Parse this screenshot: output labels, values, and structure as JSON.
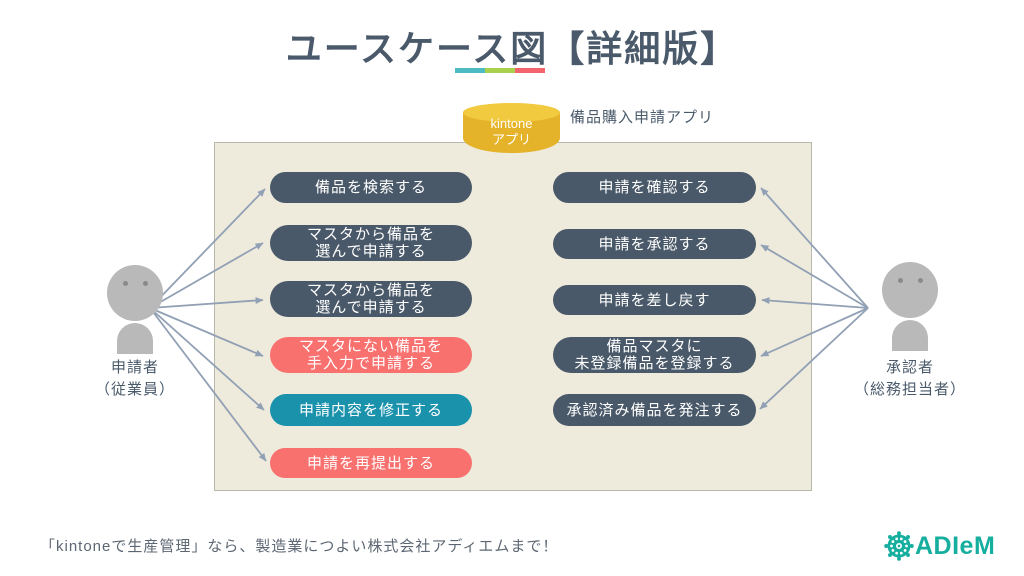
{
  "title": "ユースケース図【詳細版】",
  "datastore": {
    "line1": "kintone",
    "line2": "アプリ",
    "app_name": "備品購入申請アプリ"
  },
  "use_cases": {
    "left": [
      {
        "label": "備品を検索する",
        "variant": "dark"
      },
      {
        "label": "マスタから備品を\n選んで申請する",
        "variant": "dark"
      },
      {
        "label": "マスタから備品を\n選んで申請する",
        "variant": "dark"
      },
      {
        "label": "マスタにない備品を\n手入力で申請する",
        "variant": "red"
      },
      {
        "label": "申請内容を修正する",
        "variant": "teal"
      },
      {
        "label": "申請を再提出する",
        "variant": "red"
      }
    ],
    "right": [
      {
        "label": "申請を確認する",
        "variant": "dark"
      },
      {
        "label": "申請を承認する",
        "variant": "dark"
      },
      {
        "label": "申請を差し戻す",
        "variant": "dark"
      },
      {
        "label": "備品マスタに\n未登録備品を登録する",
        "variant": "dark"
      },
      {
        "label": "承認済み備品を発注する",
        "variant": "dark"
      }
    ]
  },
  "actors": {
    "left": {
      "label": "申請者\n（従業員）"
    },
    "right": {
      "label": "承認者\n（総務担当者）"
    }
  },
  "footer": {
    "tagline": "「kintoneで生産管理」なら、製造業につよい株式会社アディエムまで！",
    "logo_text": "ADIeM"
  },
  "colors": {
    "title_text": "#4a5a6b",
    "pill_dark": "#4a5969",
    "pill_red": "#f8716f",
    "pill_teal": "#1b92ac",
    "boundary_fill": "#eeebdd",
    "boundary_border": "#b8b8ac",
    "cylinder_body": "#e5b32a",
    "cylinder_top": "#f1ca3f",
    "arrow": "#91a0b4",
    "actor_gray": "#b9b9b9",
    "logo_teal": "#16ae9e",
    "underline_segments": [
      "#4cbcc2",
      "#aad14e",
      "#f4646c"
    ]
  }
}
